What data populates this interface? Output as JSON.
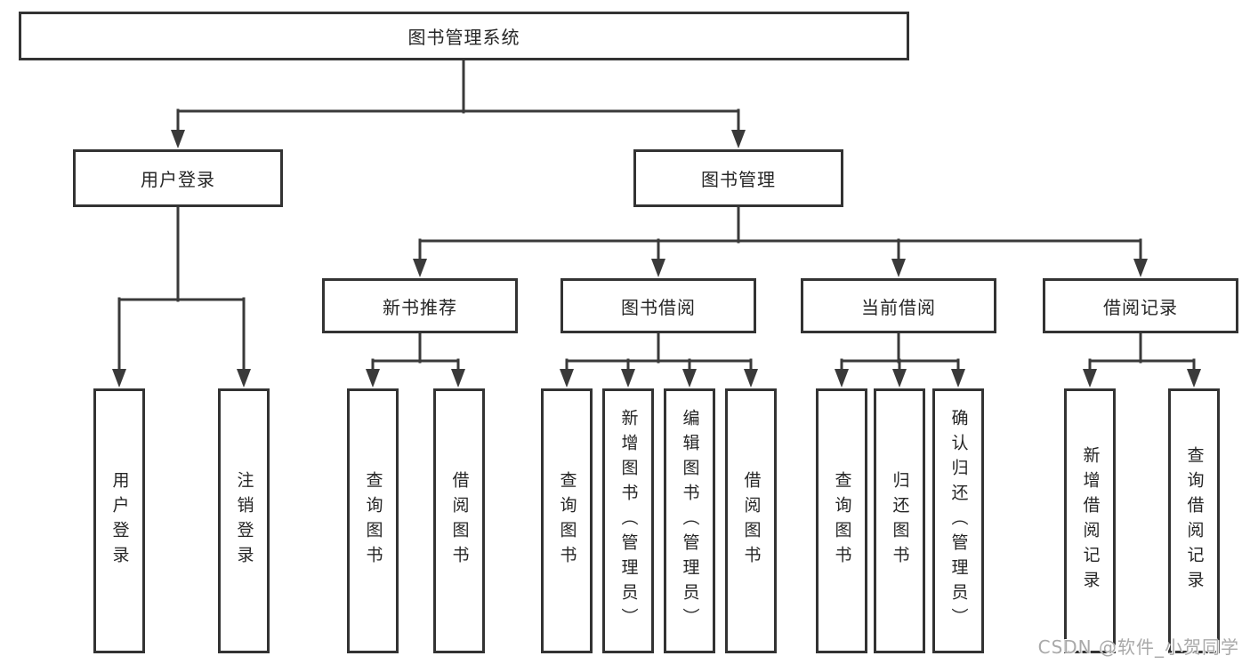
{
  "tree": {
    "root": {
      "label": "图书管理系统"
    },
    "branches": [
      {
        "label": "用户登录",
        "children": [
          {
            "label": "用户登录"
          },
          {
            "label": "注销登录"
          }
        ]
      },
      {
        "label": "图书管理",
        "children": [
          {
            "label": "新书推荐",
            "children": [
              {
                "label": "查询图书"
              },
              {
                "label": "借阅图书"
              }
            ]
          },
          {
            "label": "图书借阅",
            "children": [
              {
                "label": "查询图书"
              },
              {
                "label": "新增图书（管理员）"
              },
              {
                "label": "编辑图书（管理员）"
              },
              {
                "label": "借阅图书"
              }
            ]
          },
          {
            "label": "当前借阅",
            "children": [
              {
                "label": "查询图书"
              },
              {
                "label": "归还图书"
              },
              {
                "label": "确认归还（管理员）"
              }
            ]
          },
          {
            "label": "借阅记录",
            "children": [
              {
                "label": "新增借阅记录"
              },
              {
                "label": "查询借阅记录"
              }
            ]
          }
        ]
      }
    ]
  },
  "watermark": {
    "text": "CSDN @软件_小贺同学"
  },
  "colors": {
    "line": "#3a3a3a",
    "box_border": "#333333",
    "box_fill": "#ffffff",
    "text": "#262626",
    "watermark": "#a9a9a9",
    "background": "#ffffff"
  }
}
